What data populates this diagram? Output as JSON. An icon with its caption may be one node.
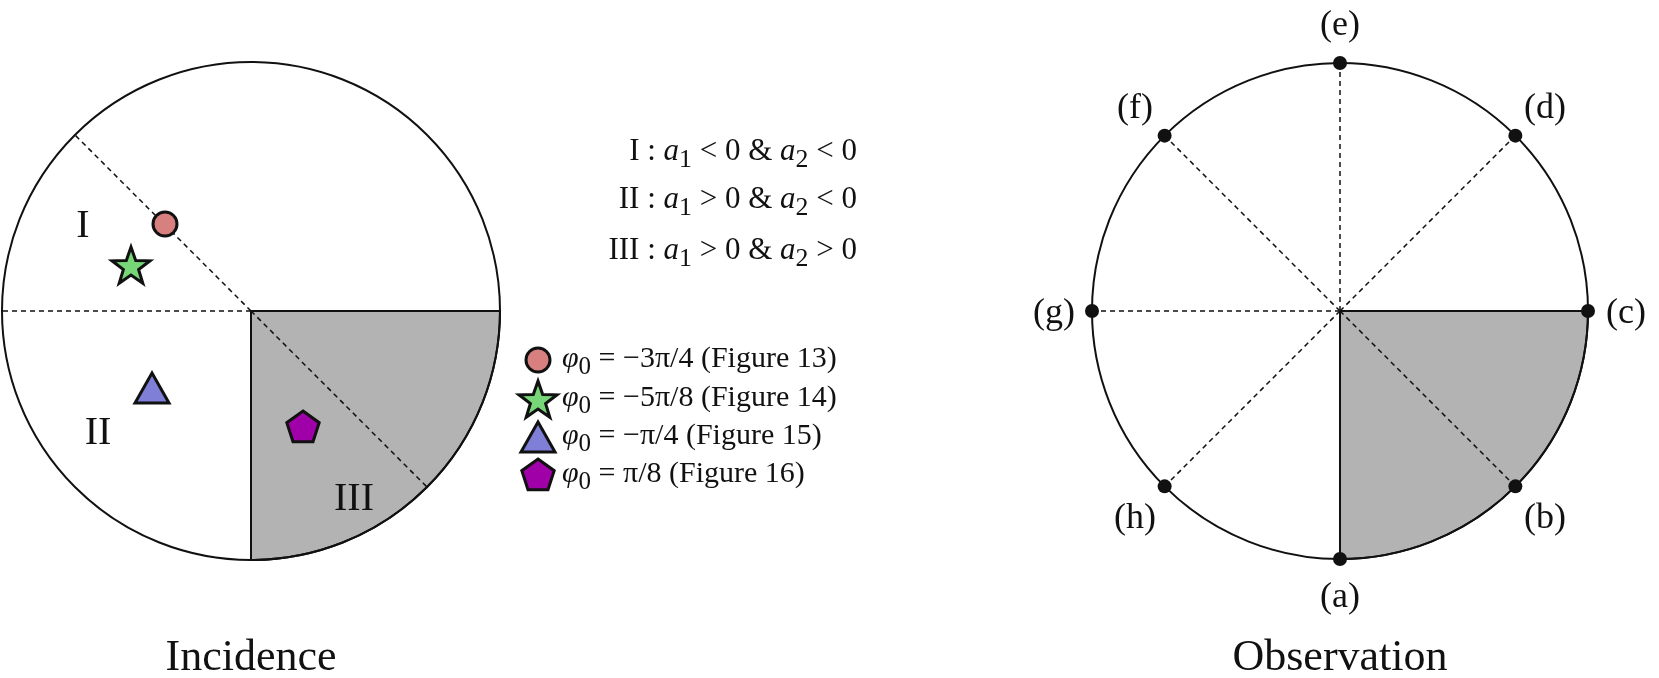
{
  "diagram": {
    "labels": [
      "(e)",
      "(f)",
      "(d)",
      "I : *a*$_{1}$ < 0 & *a*$_{2}$ < 0",
      "II : *a*$_{1}$ > 0 & *a*$_{2}$ < 0",
      "III : *a*$_{1}$ > 0 & *a*$_{2}$ > 0",
      "I",
      "II",
      "III",
      "(g)",
      "(c)",
      "(h)",
      "(b)",
      "(a)",
      "Incidence",
      "Observation"
    ],
    "legend": [
      {
        "text": "*φ*$_{0}$ = −3π/4 (Figure 13)"
      },
      {
        "text": "*φ*$_{0}$ = −5π/8 (Figure 14)"
      },
      {
        "text": "*φ*$_{0}$ = −π/4 (Figure 15)"
      },
      {
        "text": "*φ*$_{0}$ = π/8 (Figure 16)"
      }
    ]
  }
}
